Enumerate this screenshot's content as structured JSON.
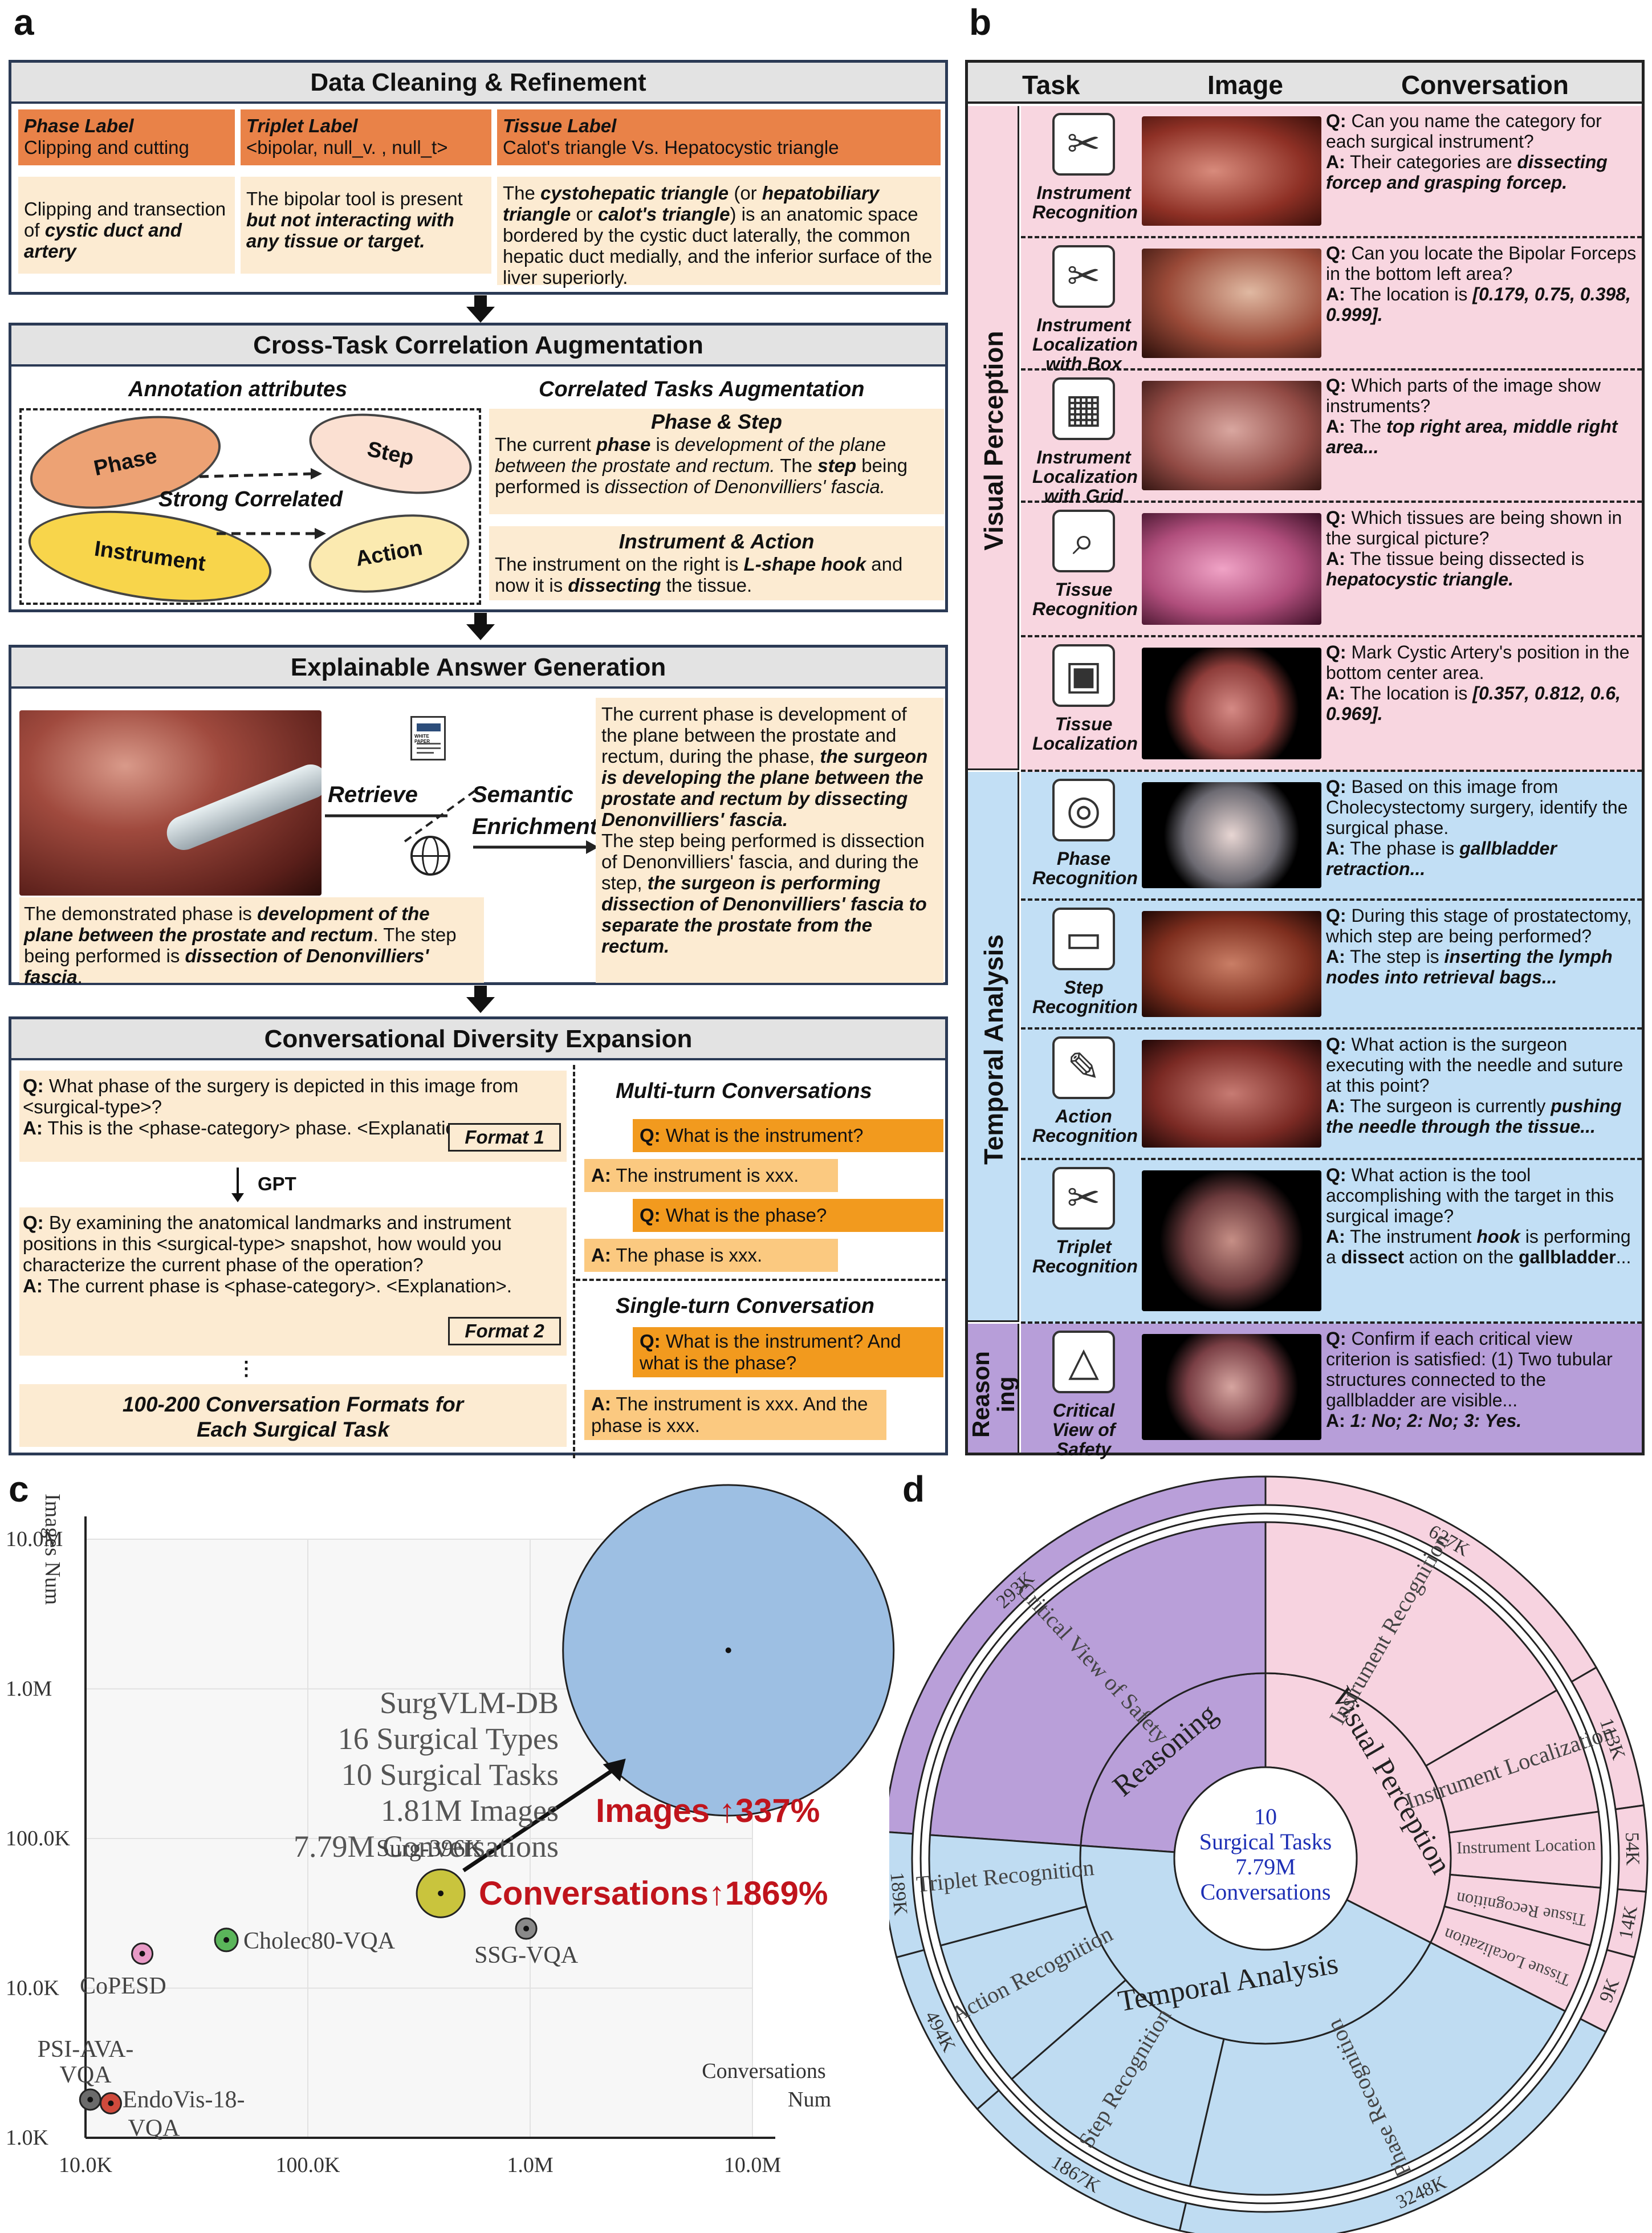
{
  "panel_labels": {
    "a": "a",
    "b": "b",
    "c": "c",
    "d": "d"
  },
  "a": {
    "clean": {
      "title": "Data Cleaning & Refinement",
      "cols": [
        {
          "head": "Phase Label",
          "value": "Clipping and cutting",
          "desc1": "Clipping and transection of ",
          "desc2": "cystic duct and artery"
        },
        {
          "head": "Triplet Label",
          "value": "<bipolar, null_v. , null_t>",
          "desc1": "The bipolar tool is present ",
          "desc2": "but not interacting with any tissue or target."
        },
        {
          "head": "Tissue Label",
          "value": "Calot's triangle Vs. Hepatocystic triangle",
          "d1": "The ",
          "d2": "cystohepatic triangle",
          "d3": " (or ",
          "d4": "hepatobiliary triangle",
          "d5": " or ",
          "d6": "calot's triangle",
          "d7": ") is an anatomic space bordered by the cystic duct laterally, the common hepatic duct medially, and the inferior surface of the liver superiorly."
        }
      ]
    },
    "cross": {
      "title": "Cross-Task Correlation Augmentation",
      "attr_title": "Annotation attributes",
      "aug_title": "Correlated Tasks Augmentation",
      "ovals": [
        "Phase",
        "Step",
        "Instrument",
        "Action"
      ],
      "strong": "Strong Correlated",
      "ps_title": "Phase & Step",
      "ps": [
        "The current ",
        "phase",
        " is ",
        "development of the plane between the prostate and rectum.",
        " The ",
        "step",
        " being performed is ",
        "dissection of Denonvilliers' fascia."
      ],
      "ia_title": "Instrument & Action",
      "ia": [
        "The instrument on the right is ",
        "L-shape hook",
        " and now it is ",
        "dissecting",
        " the tissue."
      ]
    },
    "expl": {
      "title": "Explainable Answer Generation",
      "retrieve": "Retrieve",
      "semantic": "Semantic",
      "enrichment": "Enrichment",
      "paper_text": "WHITE PAPER",
      "left": [
        "The demonstrated phase is ",
        "development of the plane between the prostate and rectum",
        ". The step being performed is ",
        "dissection of Denonvilliers' fascia",
        "."
      ],
      "right": [
        "The current phase is development of the plane between the prostate and rectum, during the phase, ",
        "the surgeon is developing the plane between the prostate and rectum by dissecting Denonvilliers' fascia.",
        "The step being performed is dissection of Denonvilliers' fascia, and during the step, ",
        "the surgeon is performing dissection of Denonvilliers' fascia to separate the prostate from the rectum."
      ]
    },
    "conv": {
      "title": "Conversational Diversity Expansion",
      "f1_q": "What phase of the surgery is depicted in this image from <surgical-type>?",
      "f1_a": "This is the <phase-category> phase. <Explanation>.",
      "format1": "Format 1",
      "gpt": "GPT",
      "f2_q": "By examining the anatomical landmarks and instrument positions in this <surgical-type> snapshot, how would you characterize the current phase of the operation?",
      "f2_a": "The current phase is <phase-category>. <Explanation>.",
      "format2": "Format 2",
      "dots": "⋮",
      "formats": "100-200 Conversation Formats for Each Surgical Task",
      "multi_title": "Multi-turn Conversations",
      "m1": "What is the instrument?",
      "m2": "The instrument is xxx.",
      "m3": "What is the phase?",
      "m4": "The phase is xxx.",
      "single_title": "Single-turn Conversation",
      "s1": "What is the instrument? And what is the phase?",
      "s2": "The instrument is xxx. And the phase is xxx.",
      "q": "Q:",
      "a": "A:"
    }
  },
  "b": {
    "headers": [
      "Task",
      "Image",
      "Conversation"
    ],
    "groups": [
      "Visual Perception",
      "Temporal Analysis",
      "Reason ing"
    ],
    "rows": [
      {
        "task": "Instrument Recognition",
        "icon": "scissors-icon",
        "q": "Can you name the category for each surgical instrument?",
        "a_plain": "Their categories are ",
        "a_bold": "dissecting forcep and grasping forcep."
      },
      {
        "task": "Instrument Localization with Box",
        "icon": "scissors-box-icon",
        "q": "Can you locate the Bipolar Forceps in the bottom left area?",
        "a_plain": "The location is ",
        "a_bold": "[0.179, 0.75, 0.398, 0.999]."
      },
      {
        "task": "Instrument Localization with Grid",
        "icon": "grid-icon",
        "q": "Which parts of the image show instruments?",
        "a_plain": "The ",
        "a_bold": "top right area, middle right area..."
      },
      {
        "task": "Tissue Recognition",
        "icon": "liver-search-icon",
        "q": "Which tissues are being shown in the surgical picture?",
        "a_plain": "The tissue being dissected is ",
        "a_bold": "hepatocystic triangle."
      },
      {
        "task": "Tissue Localization",
        "icon": "liver-box-icon",
        "q": "Mark Cystic Artery's position in the bottom center area.",
        "a_plain": "The location is ",
        "a_bold": "[0.357, 0.812, 0.6, 0.969]."
      },
      {
        "task": "Phase Recognition",
        "icon": "phase-icon",
        "q": "Based on this image from Cholecystectomy surgery, identify the surgical phase.",
        "a_plain": "The phase is ",
        "a_bold": "gallbladder retraction..."
      },
      {
        "task": "Step Recognition",
        "icon": "step-icon",
        "q": "During this stage of prostatectomy, which step are being performed?",
        "a_plain": "The step is ",
        "a_bold": "inserting the lymph nodes into retrieval bags..."
      },
      {
        "task": "Action Recognition",
        "icon": "action-icon",
        "q": "What action is the surgeon executing with the needle and suture at this point?",
        "a_plain": "The surgeon is currently ",
        "a_bold": "pushing the needle through the tissue..."
      },
      {
        "task": "Triplet Recognition",
        "icon": "triplet-icon",
        "q": "What action is the tool accomplishing with the target in this surgical image?",
        "a_plain": "The instrument ",
        "a_bold": "hook",
        "a_plain2": " is performing a ",
        "a_bold2": "dissect",
        "a_plain3": " action on the ",
        "a_bold3": "gallbladder",
        "a_plain4": "..."
      },
      {
        "task": "Critical View of Safety",
        "icon": "cvs-icon",
        "q": "Confirm if each critical view criterion is satisfied: (1) Two tubular structures connected to the gallbladder are visible...",
        "a_plain": "",
        "a_bold": "1: No; 2: No; 3: Yes."
      }
    ],
    "q": "Q:",
    "a": "A:"
  },
  "chart_data": {
    "type": "scatter",
    "xlabel": "Conversations Num",
    "ylabel": "Images Num",
    "x_scale": "log",
    "y_scale": "log",
    "xlim": [
      10000,
      10000000
    ],
    "ylim": [
      1000,
      10000000
    ],
    "xticks": [
      "10.0K",
      "100.0K",
      "1.0M",
      "10.0M"
    ],
    "yticks": [
      "1.0K",
      "10.0K",
      "100.0K",
      "1.0M",
      "10.0M"
    ],
    "points": [
      {
        "name": "SurgVLM-DB",
        "x": 7790000,
        "y": 1810000,
        "color": "#9dbfe3"
      },
      {
        "name": "Surg-396K",
        "x": 396000,
        "y": 43000,
        "color": "#c9c43d"
      },
      {
        "name": "Cholec80-VQA",
        "x": 43000,
        "y": 21000,
        "color": "#5ab55a"
      },
      {
        "name": "SSG-VQA",
        "x": 960000,
        "y": 25000,
        "color": "#8a8a8a"
      },
      {
        "name": "CoPESD",
        "x": 18000,
        "y": 17000,
        "color": "#e89ac6"
      },
      {
        "name": "PSI-AVA-VQA",
        "x": 10500,
        "y": 1800,
        "color": "#6b6b6b"
      },
      {
        "name": "EndoVis-18-VQA",
        "x": 13000,
        "y": 1700,
        "color": "#cf4a3c"
      }
    ],
    "labels": {
      "surg396k": "Surg-396K",
      "cholec": "Cholec80-VQA",
      "ssg": "SSG-VQA",
      "copesd": "CoPESD",
      "psi1": "PSI-AVA-",
      "psi2": "VQA",
      "endo1": "EndoVis-18-",
      "endo2": "VQA"
    },
    "big_text": [
      "SurgVLM-DB",
      "16 Surgical Types",
      "10 Surgical Tasks",
      "1.81M Images",
      "7.79M Conversations"
    ],
    "images_gain": "Images ↑337%",
    "conv_gain": "Conversations↑1869%"
  },
  "d": {
    "center": [
      "10",
      "Surgical Tasks",
      "7.79M",
      "Conversations"
    ],
    "groups": [
      {
        "name": "Reasoning",
        "color": "#b99fd9"
      },
      {
        "name": "Visual Perception",
        "color": "#f7d3e0"
      },
      {
        "name": "Temporal Analysis",
        "color": "#bfdcf2"
      }
    ],
    "tasks": [
      {
        "name": "Critical View of Safety",
        "count": "293K"
      },
      {
        "name": "Instrument Recognition",
        "count": "627K"
      },
      {
        "name": "Instrument Localization",
        "count": "113K"
      },
      {
        "name": "Instrument Location",
        "count": "54K"
      },
      {
        "name": "Tissue Recognition",
        "count": "14K"
      },
      {
        "name": "Tissue Localization",
        "count": "9K"
      },
      {
        "name": "Phase Recognition",
        "count": "3248K"
      },
      {
        "name": "Step Recognition",
        "count": "1867K"
      },
      {
        "name": "Action Recognition",
        "count": "494K"
      },
      {
        "name": "Triplet Recognition",
        "count": "189K"
      }
    ]
  }
}
